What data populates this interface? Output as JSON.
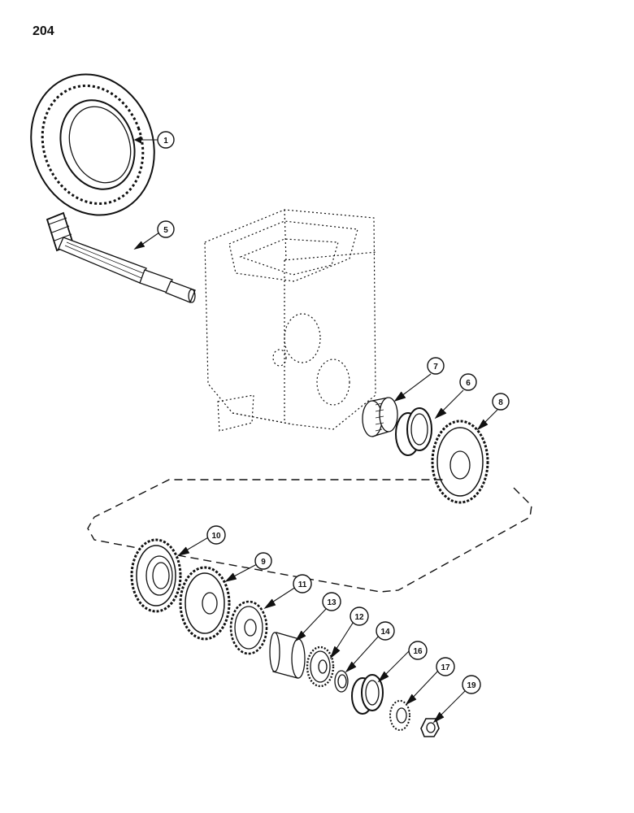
{
  "page_number": "204",
  "callouts": [
    {
      "id": "c1",
      "label": "1"
    },
    {
      "id": "c5",
      "label": "5"
    },
    {
      "id": "c7",
      "label": "7"
    },
    {
      "id": "c6",
      "label": "6"
    },
    {
      "id": "c8",
      "label": "8"
    },
    {
      "id": "c10",
      "label": "10"
    },
    {
      "id": "c9",
      "label": "9"
    },
    {
      "id": "c11",
      "label": "11"
    },
    {
      "id": "c13",
      "label": "13"
    },
    {
      "id": "c12",
      "label": "12"
    },
    {
      "id": "c14",
      "label": "14"
    },
    {
      "id": "c16",
      "label": "16"
    },
    {
      "id": "c17",
      "label": "17"
    },
    {
      "id": "c19",
      "label": "19"
    }
  ],
  "colors": {
    "ink": "#111111",
    "paper": "#ffffff"
  }
}
